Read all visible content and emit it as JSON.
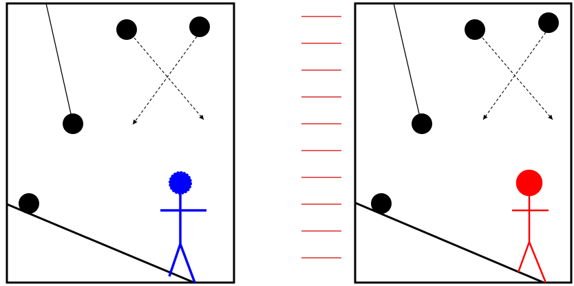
{
  "colors": {
    "background": "#ffffff",
    "frame": "#000000",
    "ball": "#000000",
    "pendulum_string": "#000000",
    "trajectory": "#000000",
    "ramp": "#000000",
    "separator_dashes": "#d40000",
    "left_figure": "#0000ff",
    "right_figure": "#ff0000"
  },
  "panels": [
    {
      "id": "left",
      "figure_color_key": "left_figure",
      "objects": [
        "pendulum-ball",
        "crossing-ball-left",
        "crossing-ball-right",
        "ramp-ball",
        "ramp",
        "stick-figure"
      ]
    },
    {
      "id": "right",
      "figure_color_key": "right_figure",
      "objects": [
        "pendulum-ball",
        "crossing-ball-left",
        "crossing-ball-right",
        "ramp-ball",
        "ramp",
        "stick-figure"
      ]
    }
  ],
  "separator": {
    "style": "dashed-red-lines",
    "count": 10
  }
}
